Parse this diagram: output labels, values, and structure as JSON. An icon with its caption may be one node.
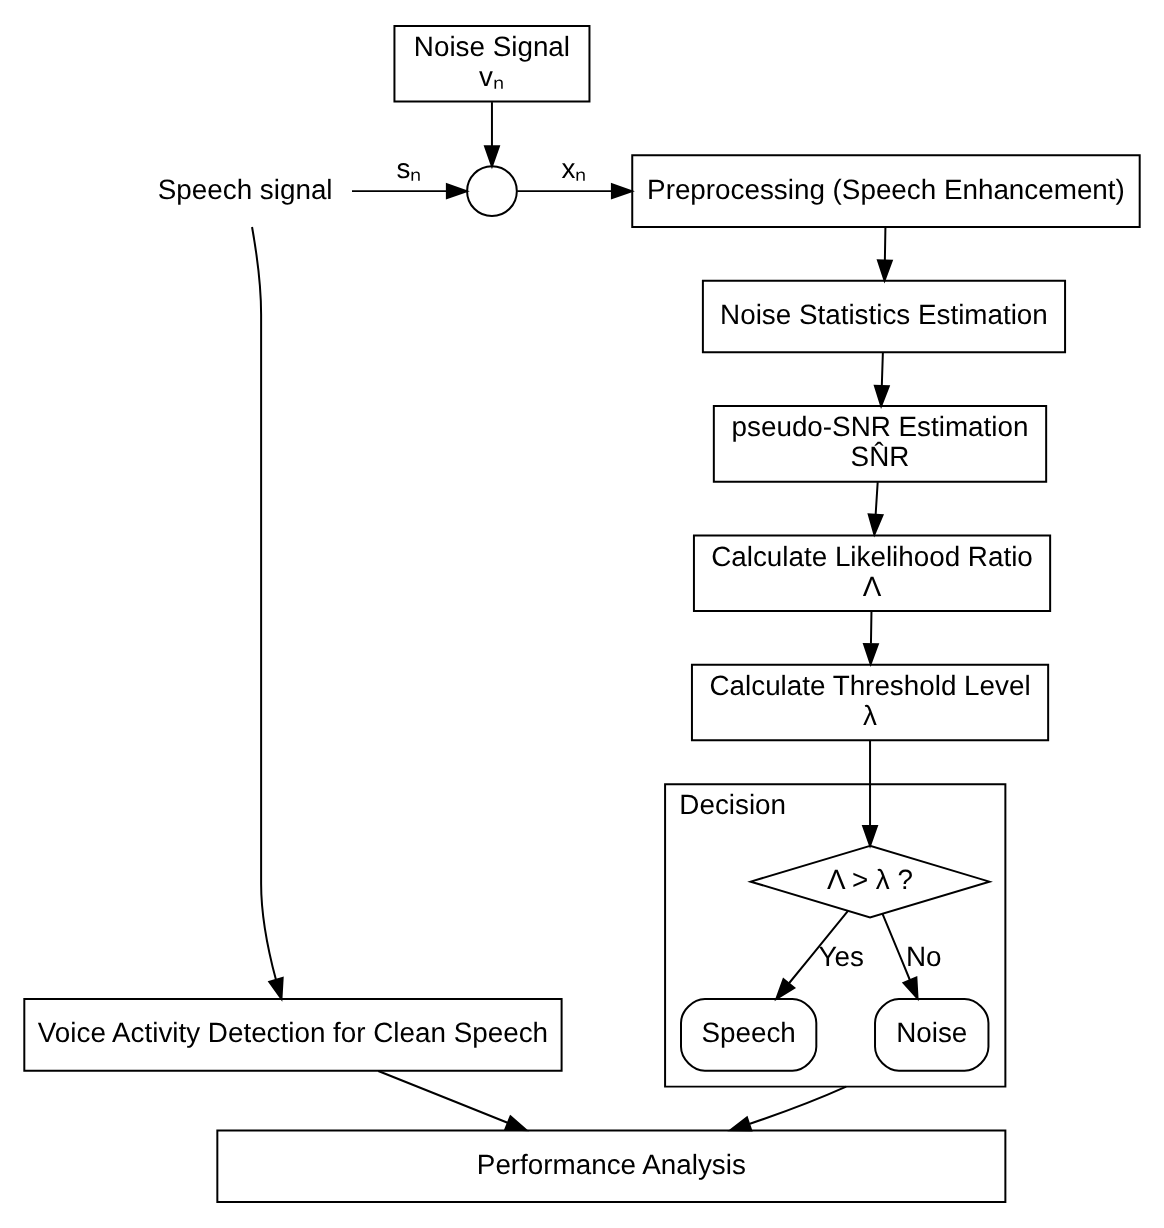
{
  "diagram": {
    "nodes": [
      {
        "text": [
          "Speech signal"
        ]
      },
      {
        "text": [],
        "shape": "circle"
      },
      {
        "text": [
          "Preprocessing (Speech Enhancement)"
        ]
      },
      {
        "text": [
          "Noise Signal",
          "vₙ"
        ]
      },
      {
        "text": [
          "Noise Statistics Estimation"
        ]
      },
      {
        "text": [
          "pseudo-SNR Estimation",
          "SN̂R"
        ]
      },
      {
        "text": [
          "Calculate Likelihood Ratio",
          "Λ"
        ]
      },
      {
        "text": [
          "Calculate Threshold Level",
          "λ"
        ]
      },
      {
        "text": [
          "Voice Activity Detection for Clean Speech"
        ]
      },
      {
        "text": [
          "Decision"
        ]
      },
      {
        "text": [
          "Λ > λ ?"
        ],
        "in": 9
      },
      {
        "text": [
          "Speech"
        ],
        "in": 9
      },
      {
        "text": [
          "Noise"
        ],
        "in": 9
      },
      {
        "text": [
          "Performance Analysis"
        ]
      }
    ],
    "edges": [
      {
        "from": 0,
        "to": 1,
        "arrow": "to",
        "label": "sₙ"
      },
      {
        "from": 0,
        "to": 8,
        "arrow": "to"
      },
      {
        "from": 3,
        "to": 1,
        "arrow": "to"
      },
      {
        "from": 1,
        "to": 2,
        "arrow": "to",
        "label": "xₙ"
      },
      {
        "from": 2,
        "to": 4,
        "arrow": "to"
      },
      {
        "from": 4,
        "to": 5,
        "arrow": "to"
      },
      {
        "from": 5,
        "to": 6,
        "arrow": "to"
      },
      {
        "from": 6,
        "to": 7,
        "arrow": "to"
      },
      {
        "from": 7,
        "to": 10,
        "arrow": "to"
      },
      {
        "from": 10,
        "to": 11,
        "arrow": "to",
        "label": "Yes"
      },
      {
        "from": 10,
        "to": 12,
        "arrow": "to",
        "label": "No"
      },
      {
        "from": 8,
        "to": 13,
        "arrow": "to"
      },
      {
        "from": 9,
        "to": 13,
        "arrow": "to"
      }
    ]
  }
}
